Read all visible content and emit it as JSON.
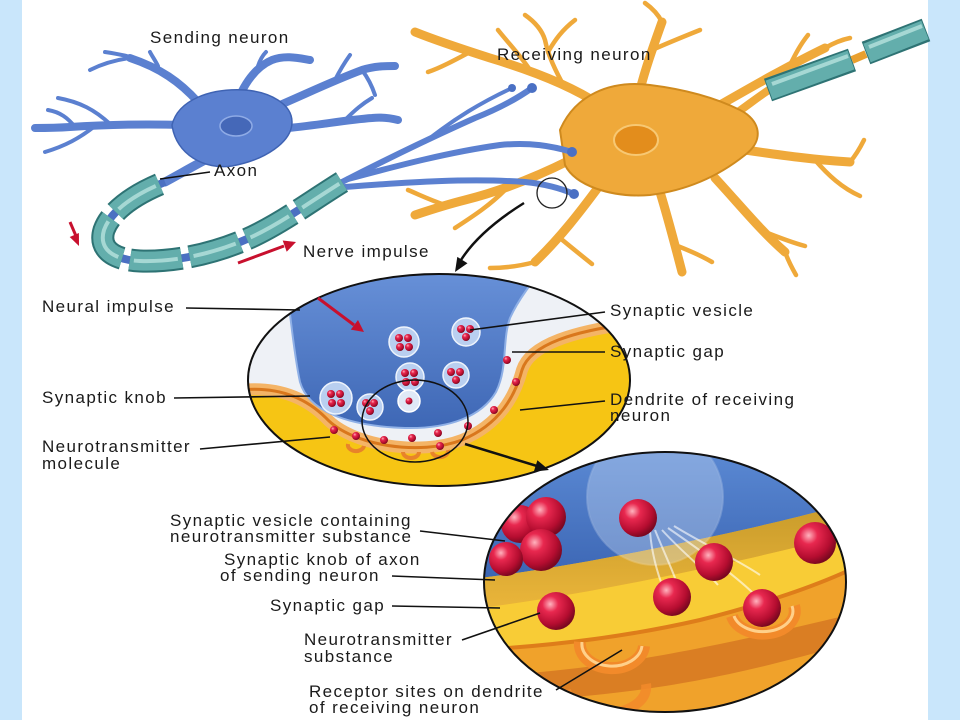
{
  "labels": {
    "sending_neuron": "Sending neuron",
    "receiving_neuron": "Receiving neuron",
    "axon": "Axon",
    "nerve_impulse": "Nerve impulse",
    "neural_impulse": "Neural impulse",
    "synaptic_vesicle": "Synaptic vesicle",
    "synaptic_gap": "Synaptic gap",
    "synaptic_knob": "Synaptic knob",
    "dendrite_line1": "Dendrite of receiving",
    "dendrite_line2": "neuron",
    "neurotransmitter_molecule_line1": "Neurotransmitter",
    "neurotransmitter_molecule_line2": "molecule",
    "vesicle_containing_line1": "Synaptic vesicle containing",
    "vesicle_containing_line2": "neurotransmitter substance",
    "knob_of_axon_line1": "Synaptic knob of axon",
    "knob_of_axon_line2": "of sending neuron",
    "synaptic_gap_detail": "Synaptic gap",
    "neurotransmitter_substance_line1": "Neurotransmitter",
    "neurotransmitter_substance_line2": "substance",
    "receptor_sites_line1": "Receptor sites on dendrite",
    "receptor_sites_line2": "of receiving neuron"
  },
  "colors": {
    "border": "#c9e6fb",
    "sending_neuron": "#5b80d0",
    "receiving_neuron": "#efa93a",
    "myelin": "#63aeac",
    "knob_blue": "#4d7cc7",
    "dendrite_yellow": "#f6c514",
    "impulse_arrow": "#c8102e"
  }
}
